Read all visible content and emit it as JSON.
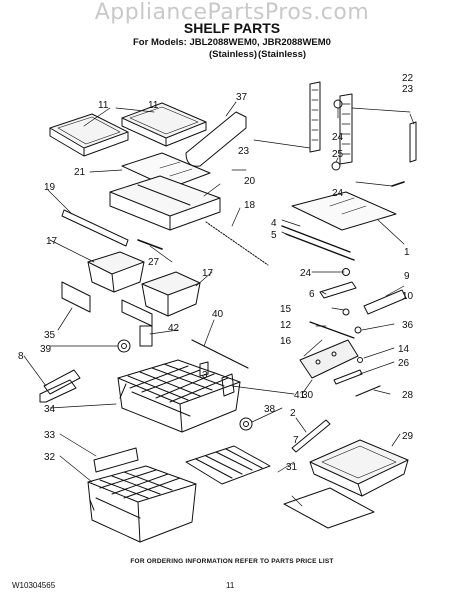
{
  "watermark": "AppliancePartsPros.com",
  "title": "SHELF PARTS",
  "models_line": "For Models: JBL2088WEM0, JBR2088WEM0",
  "variants": [
    "(Stainless)",
    "(Stainless)"
  ],
  "part_numbers": [
    "1",
    "2",
    "3",
    "4",
    "5",
    "6",
    "7",
    "8",
    "9",
    "10",
    "11",
    "11",
    "12",
    "14",
    "15",
    "16",
    "17",
    "17",
    "18",
    "19",
    "20",
    "21",
    "22",
    "23",
    "23",
    "24",
    "24",
    "24",
    "25",
    "26",
    "27",
    "28",
    "29",
    "30",
    "31",
    "32",
    "33",
    "34",
    "35",
    "36",
    "37",
    "38",
    "39",
    "40",
    "41",
    "42"
  ],
  "footer_note": "FOR ORDERING INFORMATION REFER TO PARTS PRICE LIST",
  "doc_number": "W10304565",
  "page_number": "11"
}
